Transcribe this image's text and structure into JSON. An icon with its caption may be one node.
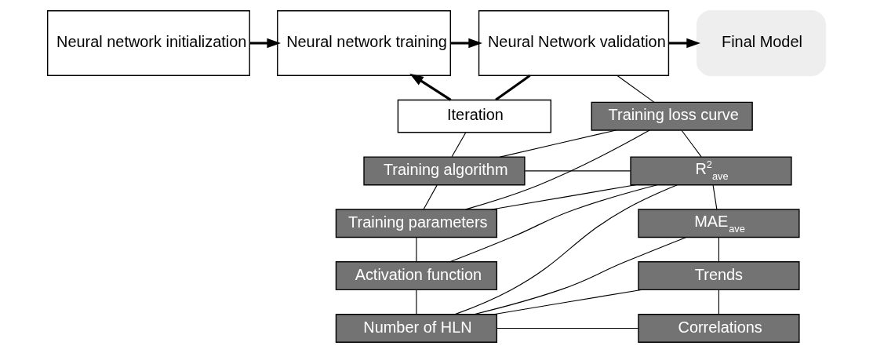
{
  "diagram": {
    "nodes": [
      {
        "text": [
          "Neural network initialization"
        ]
      },
      {
        "text": [
          "Neural network training"
        ]
      },
      {
        "text": [
          "Neural Network validation"
        ]
      },
      {
        "text": [
          "Final Model"
        ]
      },
      {
        "text": [
          "Iteration"
        ]
      },
      {
        "text": [
          "Training algorithm"
        ]
      },
      {
        "text": [
          "Training parameters"
        ]
      },
      {
        "text": [
          "Activation function"
        ]
      },
      {
        "text": [
          "Number of HLN"
        ]
      },
      {
        "text": [
          "Training loss curve"
        ]
      },
      {
        "text": [
          "R$^{2}$$_{ave}$"
        ]
      },
      {
        "text": [
          "MAE$_{ave}$"
        ]
      },
      {
        "text": [
          "Trends"
        ]
      },
      {
        "text": [
          "Correlations"
        ]
      }
    ],
    "edges": [
      {
        "from": 0,
        "to": 1,
        "arrow": "to",
        "style": "thick"
      },
      {
        "from": 1,
        "to": 2,
        "arrow": "to",
        "style": "thick"
      },
      {
        "from": 2,
        "to": 3,
        "arrow": "to",
        "style": "thick"
      },
      {
        "from": 2,
        "to": 4,
        "arrow": "none",
        "style": "thick"
      },
      {
        "from": 4,
        "to": 1,
        "arrow": "to",
        "style": "thick"
      },
      {
        "from": 4,
        "to": 5,
        "arrow": "none"
      },
      {
        "from": 5,
        "to": 6,
        "arrow": "none"
      },
      {
        "from": 6,
        "to": 7,
        "arrow": "none"
      },
      {
        "from": 7,
        "to": 8,
        "arrow": "none"
      },
      {
        "from": 2,
        "to": 9,
        "arrow": "none"
      },
      {
        "from": 9,
        "to": 10,
        "arrow": "none"
      },
      {
        "from": 10,
        "to": 11,
        "arrow": "none"
      },
      {
        "from": 11,
        "to": 12,
        "arrow": "none"
      },
      {
        "from": 12,
        "to": 13,
        "arrow": "none"
      },
      {
        "from": 5,
        "to": 9,
        "arrow": "none"
      },
      {
        "from": 5,
        "to": 10,
        "arrow": "none"
      },
      {
        "from": 6,
        "to": 9,
        "arrow": "none"
      },
      {
        "from": 6,
        "to": 10,
        "arrow": "none"
      },
      {
        "from": 7,
        "to": 10,
        "arrow": "none"
      },
      {
        "from": 8,
        "to": 10,
        "arrow": "none"
      },
      {
        "from": 8,
        "to": 11,
        "arrow": "none"
      },
      {
        "from": 8,
        "to": 12,
        "arrow": "none"
      },
      {
        "from": 8,
        "to": 13,
        "arrow": "none"
      }
    ]
  }
}
